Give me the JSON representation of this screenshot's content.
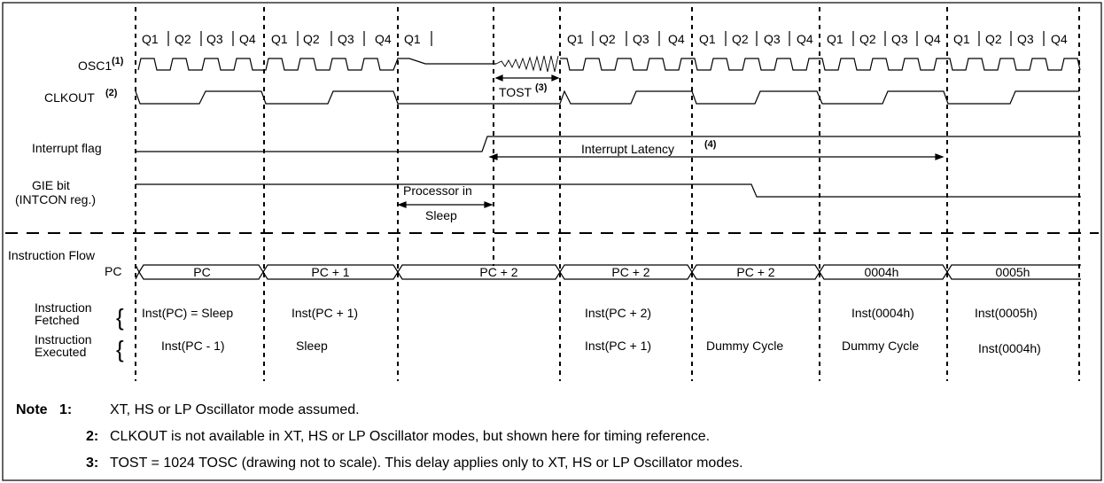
{
  "quarter_labels": [
    "Q1",
    "Q2",
    "Q3",
    "Q4"
  ],
  "signals": {
    "osc1": "OSC1",
    "osc1_ref": "(1)",
    "clkout": "CLKOUT",
    "clkout_ref": "(2)",
    "interrupt_flag": "Interrupt flag",
    "gie_line1": "GIE bit",
    "gie_line2": "(INTCON reg.)"
  },
  "annotations": {
    "tost": "TOST",
    "tost_ref": "(3)",
    "latency": "Interrupt Latency",
    "latency_ref": "(4)",
    "sleep_line1": "Processor in",
    "sleep_line2": "Sleep"
  },
  "flow": {
    "title": "Instruction Flow",
    "pc_label": "PC",
    "fetched_line1": "Instruction",
    "fetched_line2": "Fetched",
    "executed_line1": "Instruction",
    "executed_line2": "Executed",
    "pc_values": [
      "PC",
      "PC + 1",
      "PC + 2",
      "PC + 2",
      "PC + 2",
      "0004h",
      "0005h"
    ],
    "fetched": [
      "Inst(PC) = Sleep",
      "Inst(PC + 1)",
      "",
      "Inst(PC + 2)",
      "",
      "Inst(0004h)",
      "Inst(0005h)"
    ],
    "executed": [
      "Inst(PC - 1)",
      "Sleep",
      "",
      "Inst(PC + 1)",
      "Dummy Cycle",
      "Dummy Cycle",
      "Inst(0004h)"
    ]
  },
  "notes": {
    "heading": "Note",
    "items": [
      {
        "num": "1:",
        "text": "XT, HS or LP Oscillator mode assumed."
      },
      {
        "num": "2:",
        "text": "CLKOUT is not available in XT, HS or LP Oscillator modes, but shown here for timing reference."
      },
      {
        "num": "3:",
        "text": "TOST = 1024 TOSC (drawing not to scale). This delay applies only to XT, HS or LP Oscillator modes."
      }
    ]
  }
}
